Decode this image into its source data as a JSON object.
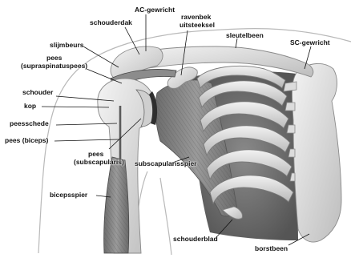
{
  "colors": {
    "bone": "#e6e6e6",
    "bone_shade": "#a9a9a9",
    "muscle": "#8a8a8a",
    "muscle_dark": "#5e5e5e",
    "cavity": "#6f6f6f",
    "leader": "#111111"
  },
  "labels": {
    "ac_gewricht": "AC-gewricht",
    "schouderdak": "schouderdak",
    "ravenbek_1": "ravenbek",
    "ravenbek_2": "uitsteeksel",
    "sleutelbeen": "sleutelbeen",
    "sc_gewricht": "SC-gewricht",
    "slijmbeurs": "slijmbeurs",
    "pees_supra_1": "pees",
    "pees_supra_2": "(supraspinatuspees)",
    "schouder": "schouder",
    "kop": "kop",
    "peesschede": "peesschede",
    "pees_biceps": "pees (biceps)",
    "pees_subscap_1": "pees",
    "pees_subscap_2": "(subscapularis)",
    "subscapularisspier": "subscapularisspier",
    "bicepsspier": "bicepsspier",
    "schouderblad": "schouderblad",
    "borstbeen": "borstbeen"
  }
}
